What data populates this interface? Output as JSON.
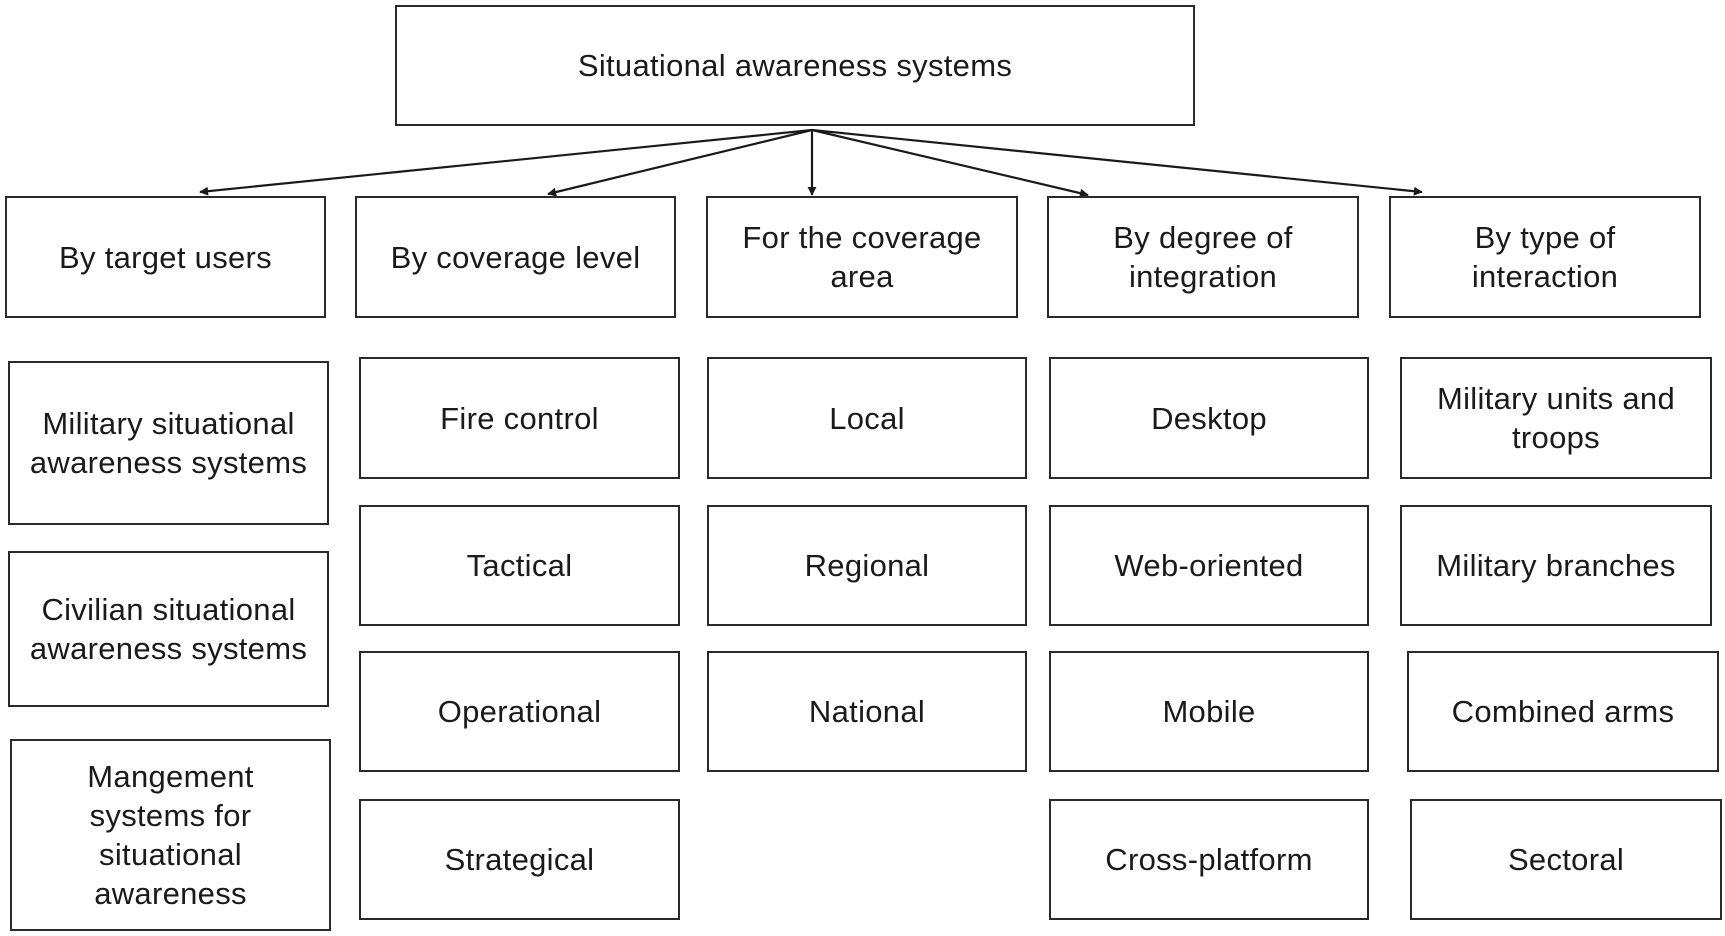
{
  "root": {
    "label": "Situational awareness systems"
  },
  "categories": [
    {
      "label": "By target users",
      "items": [
        "Military situational\nawareness systems",
        "Civilian situational\nawareness systems",
        "Mangement\nsystems for\nsituational\nawareness"
      ]
    },
    {
      "label": "By coverage level",
      "items": [
        "Fire control",
        "Tactical",
        "Operational",
        "Strategical"
      ]
    },
    {
      "label": "For the coverage\narea",
      "items": [
        "Local",
        "Regional",
        "National"
      ]
    },
    {
      "label": "By degree of\nintegration",
      "items": [
        "Desktop",
        "Web-oriented",
        "Mobile",
        "Cross-platform"
      ]
    },
    {
      "label": "By type of\ninteraction",
      "items": [
        "Military units and\ntroops",
        "Military branches",
        "Combined arms",
        "Sectoral"
      ]
    }
  ]
}
